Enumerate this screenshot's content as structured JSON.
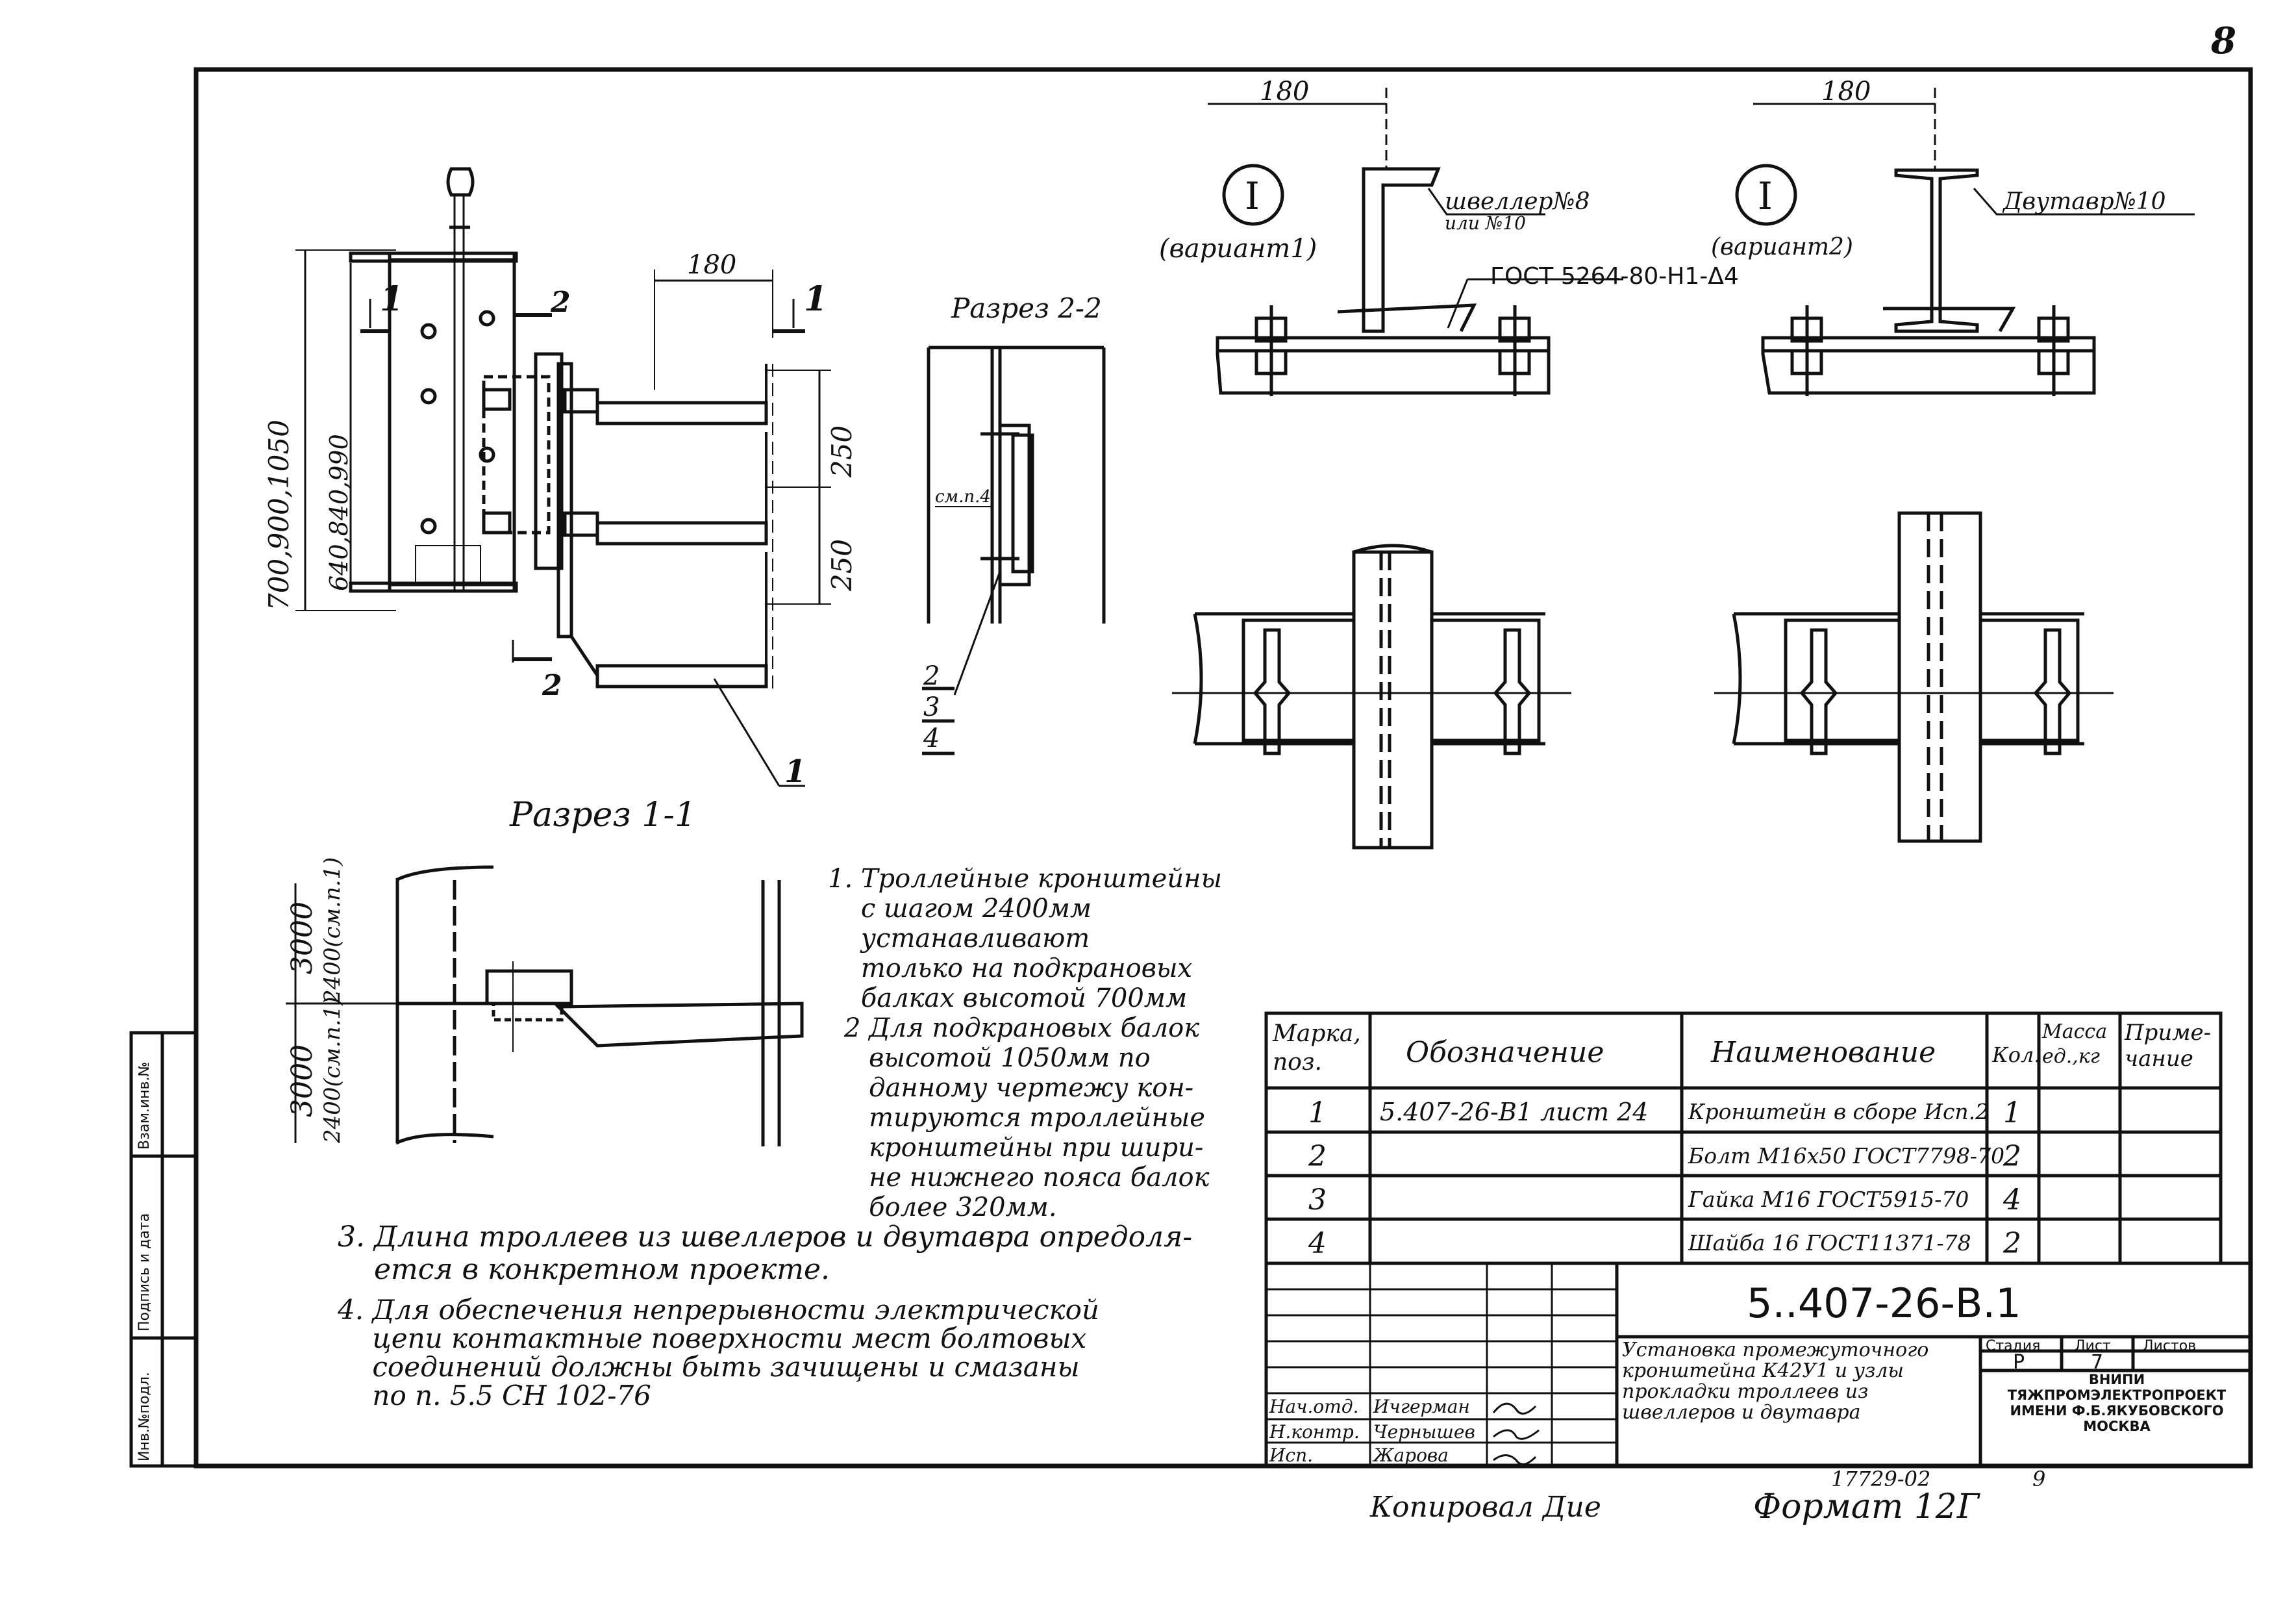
{
  "sheet": {
    "page_number": "8",
    "copied_by": "Копировал Дие",
    "format": "Формат 12Г",
    "archive_number": "17729-02",
    "archive_sheet": "9"
  },
  "views": {
    "plan": {
      "dim_top": "180",
      "dim_left_outer": "700,900,1050",
      "dim_left_inner": "640,840,990",
      "dim_250_a": "250",
      "dim_250_b": "250",
      "cut_mark_1a": "1",
      "cut_mark_1b": "1",
      "cut_mark_2a": "2",
      "cut_mark_2b": "2",
      "leader_1": "1"
    },
    "section_2_2": {
      "title": "Разрез 2-2",
      "note": "см.п.4",
      "callouts": [
        "2",
        "3",
        "4"
      ]
    },
    "section_1_1": {
      "title": "Разрез 1-1",
      "dim_3000_a": "3000",
      "dim_2400_a": "2400(см.п.1)",
      "dim_3000_b": "3000",
      "dim_2400_b": "2400(см.п.1)"
    },
    "node_variant1": {
      "dim": "180",
      "marker": "I",
      "caption": "(вариант1)",
      "label_line1": "швеллер№8",
      "label_line2": "или №10",
      "weld": "ГОСТ 5264-80-Н1-Δ4"
    },
    "node_variant2": {
      "dim": "180",
      "marker": "I",
      "caption": "(вариант2)",
      "label": "Двутавр№10"
    }
  },
  "notes": {
    "n1": "1. Троллейные кронштейны\n    с шагом 2400мм\n    устанавливают\n    только на подкрановых\n    балках высотой 700мм",
    "n2": "2 Для подкрановых балок\n   высотой 1050мм по\n   данному чертежу кон-\n   тируются троллейные\n   кронштейны при шири-\n   не нижнего пояса балок\n   более 320мм.",
    "n3": "3. Длина троллеев из швеллеров и двутавра опредоля-\n    ется в конкретном проекте.",
    "n4": "4. Для обеспечения непрерывности электрической\n    цепи контактные поверхности мест болтовых\n    соединений должны быть зачищены и смазаны\n    по п. 5.5 СН 102-76"
  },
  "spec_table": {
    "headers": [
      "Марка, поз.",
      "Обозначение",
      "Наименование",
      "Кол.",
      "Масса ед.,кг",
      "Приме-чание"
    ],
    "rows": [
      {
        "pos": "1",
        "designation": "5.407-26-В1 лист 24",
        "name": "Кронштейн в сборе Исп.2",
        "qty": "1"
      },
      {
        "pos": "2",
        "designation": "",
        "name": "Болт М16х50 ГОСТ7798-70",
        "qty": "2"
      },
      {
        "pos": "3",
        "designation": "",
        "name": "Гайка М16 ГОСТ5915-70",
        "qty": "4"
      },
      {
        "pos": "4",
        "designation": "",
        "name": "Шайба 16 ГОСТ11371-78",
        "qty": "2"
      }
    ]
  },
  "title_block": {
    "doc_number": "5..407-26-В.1",
    "title": "Установка промежуточного\nкронштейна К42У1 и узлы\nпрокладки троллеев из\nшвеллеров и двутавра",
    "stage_label": "Стадия",
    "sheet_label": "Лист",
    "sheets_label": "Листов",
    "stage": "Р",
    "sheet": "7",
    "org": "ВНИПИ\nТЯЖПРОМЭЛЕКТРОПРОЕКТ\nИМЕНИ Ф.Б.ЯКУБОВСКОГО\nМОСКВА",
    "signers": [
      {
        "role": "Нач.отд.",
        "name": "Ичгерман"
      },
      {
        "role": "Н.контр.",
        "name": "Чернышев"
      },
      {
        "role": "Исп.",
        "name": "Жарова"
      }
    ]
  },
  "side_stamp": [
    "Инв.№подл.",
    "Подпись и дата",
    "Взам.инв.№"
  ]
}
